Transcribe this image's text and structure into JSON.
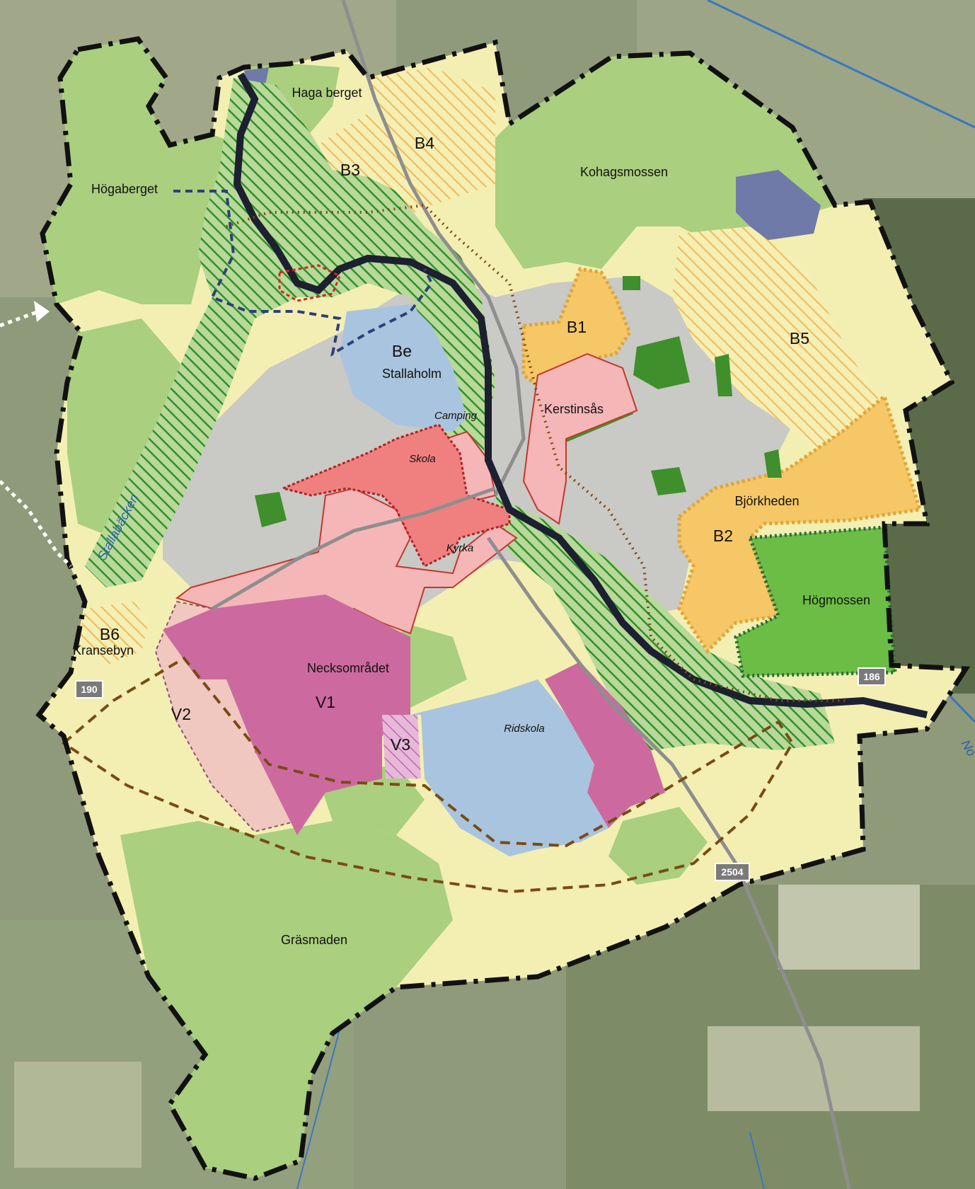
{
  "colors": {
    "boundary": "#111111",
    "green_area": "#a9cf7f",
    "dark_green": "#3f8f2c",
    "bright_green": "#6bbd45",
    "residential_yellow": "#f3efb2",
    "orange_zone": "#f6c766",
    "pink_zone": "#f5b6b8",
    "red_zone": "#f08080",
    "magenta_zone": "#cc6aa0",
    "blue_zone": "#a9c4de",
    "river": "#1c2030",
    "road": "#8e8e8e",
    "stream_text": "#2a5fb0"
  },
  "zones": {
    "b1": "B1",
    "b2": "B2",
    "b3": "B3",
    "b4": "B4",
    "b5": "B5",
    "b6": "B6",
    "be": "Be",
    "v1": "V1",
    "v2": "V2",
    "v3": "V3"
  },
  "areas": {
    "haga_berget": "Haga berget",
    "hogaberget": "Högaberget",
    "kohagsmossen": "Kohagsmossen",
    "stallaholm": "Stallaholm",
    "kerstinsas": "Kerstinsås",
    "bjorkheden": "Björkheden",
    "hogmossen": "Högmossen",
    "kransebyn": "Kransebyn",
    "necksomradet": "Necksområdet",
    "grasmaden": "Gräsmaden"
  },
  "poi": {
    "camping": "Camping",
    "skola": "Skola",
    "kyrka": "Kyrka",
    "ridskola": "Ridskola"
  },
  "water": {
    "stallabacken": "Stallabäcken",
    "edge_text": "No"
  },
  "roads": {
    "r190": "190",
    "r186": "186",
    "r2504": "2504"
  }
}
